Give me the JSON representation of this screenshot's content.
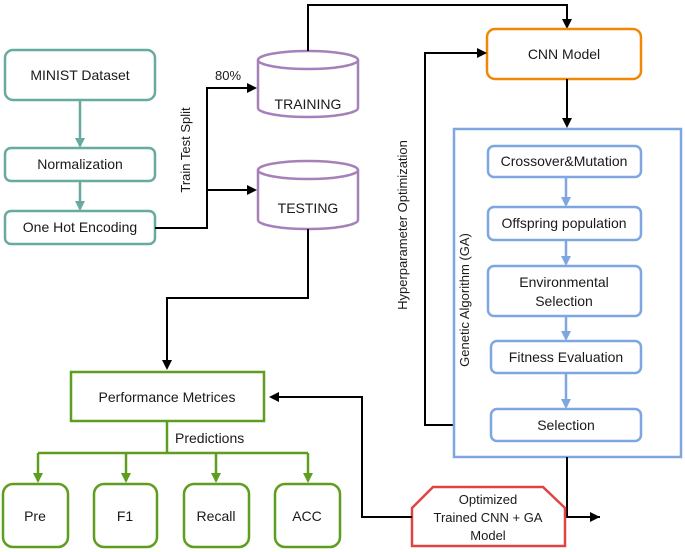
{
  "colors": {
    "teal": "#67ab9f",
    "purple": "#a680b8",
    "orange": "#f08705",
    "blue": "#7ea6e0",
    "green": "#5e9e1e",
    "red": "#e04343",
    "black": "#000000"
  },
  "dataset": {
    "mnist": "MINIST Dataset",
    "normalization": "Normalization",
    "one_hot": "One Hot Encoding"
  },
  "split": {
    "label": "Train Test Split",
    "percent": "80%",
    "training": "TRAINING",
    "testing": "TESTING"
  },
  "cnn_model": "CNN Model",
  "hyperparameter_label": "Hyperparameter Optimization",
  "ga": {
    "label": "Genetic Algorithm (GA)",
    "crossover": "Crossover&Mutation",
    "offspring": "Offspring population",
    "environmental_line1": "Environmental",
    "environmental_line2": "Selection",
    "fitness": "Fitness Evaluation",
    "selection": "Selection"
  },
  "performance": {
    "title": "Performance Metrices",
    "predictions": "Predictions",
    "metrics": [
      "Pre",
      "F1",
      "Recall",
      "ACC"
    ]
  },
  "optimized": {
    "line1": "Optimized",
    "line2": "Trained CNN + GA",
    "line3": "Model"
  }
}
